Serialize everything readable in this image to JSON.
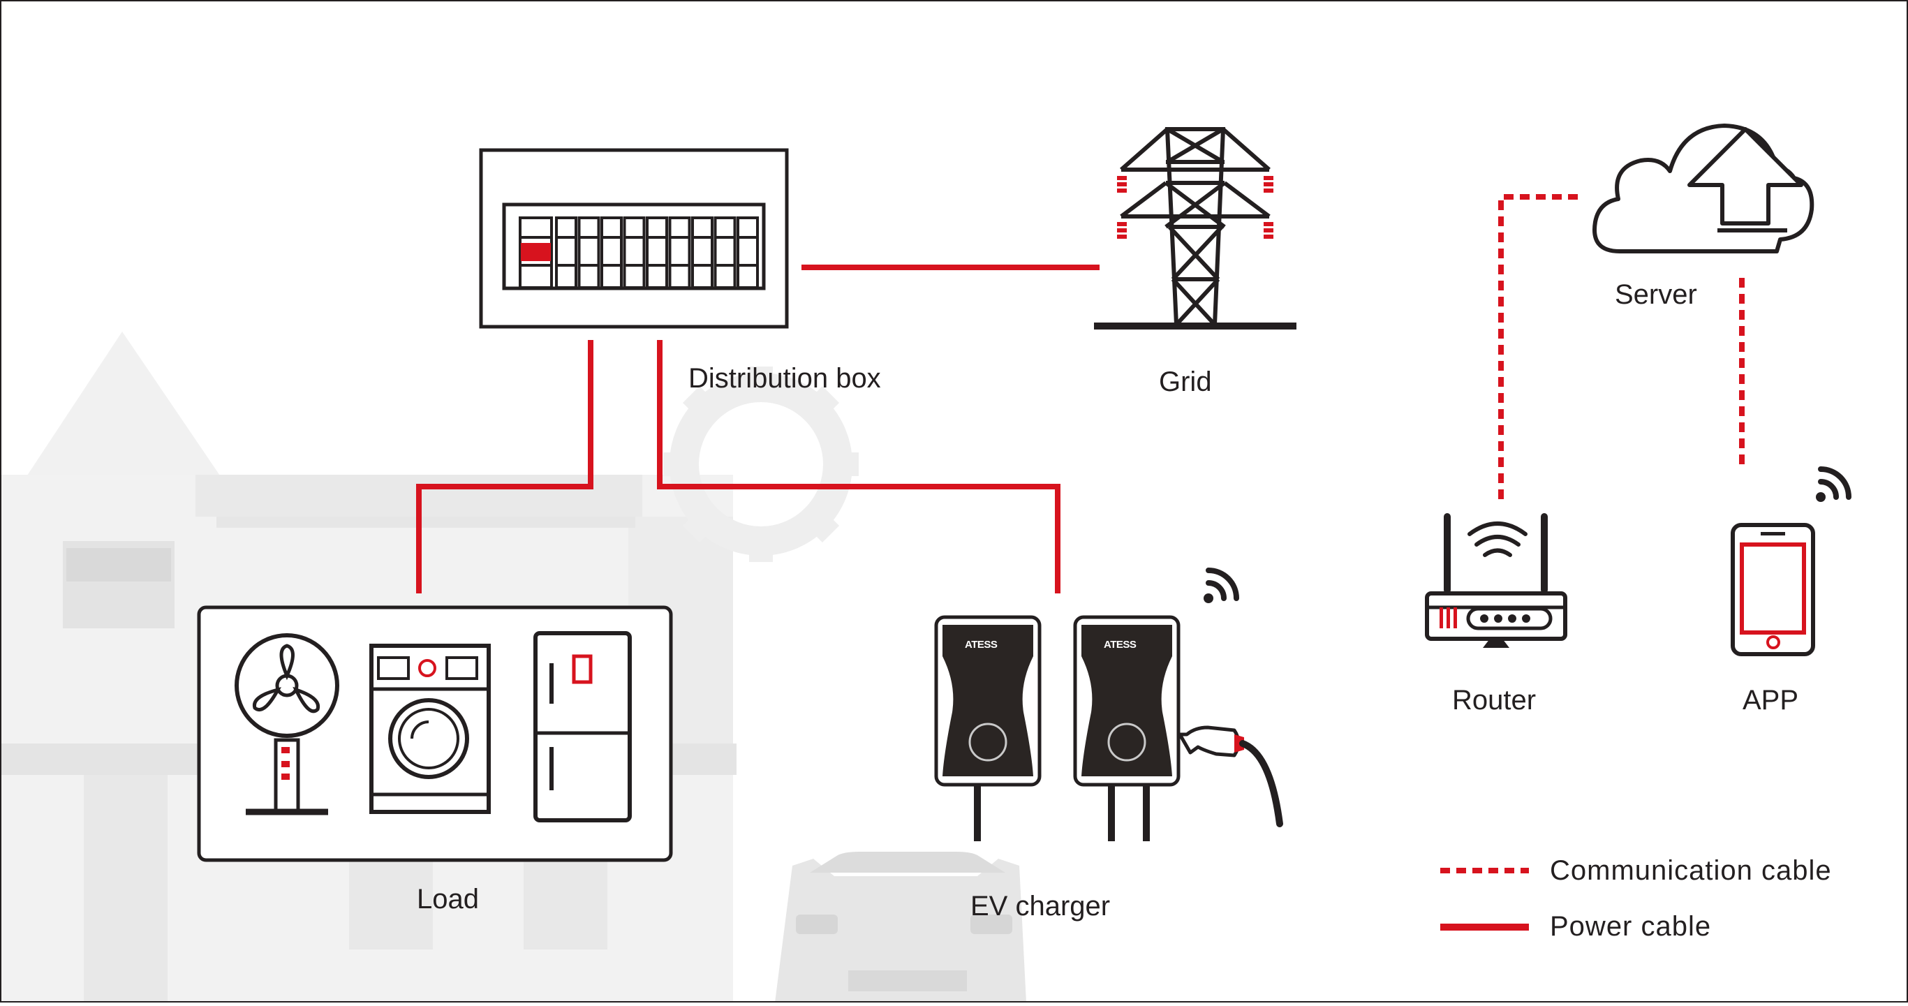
{
  "labels": {
    "distribution_box": "Distribution box",
    "grid": "Grid",
    "server": "Server",
    "router": "Router",
    "app": "APP",
    "load": "Load",
    "ev_charger": "EV charger"
  },
  "legend": {
    "communication_cable": "Communication cable",
    "power_cable": "Power cable"
  },
  "charger_brand": "ATESS",
  "colors": {
    "accent_red": "#d7131e",
    "outline_dark": "#231f20",
    "background_ghost": "#ececec",
    "charger_body": "#2a2523"
  }
}
